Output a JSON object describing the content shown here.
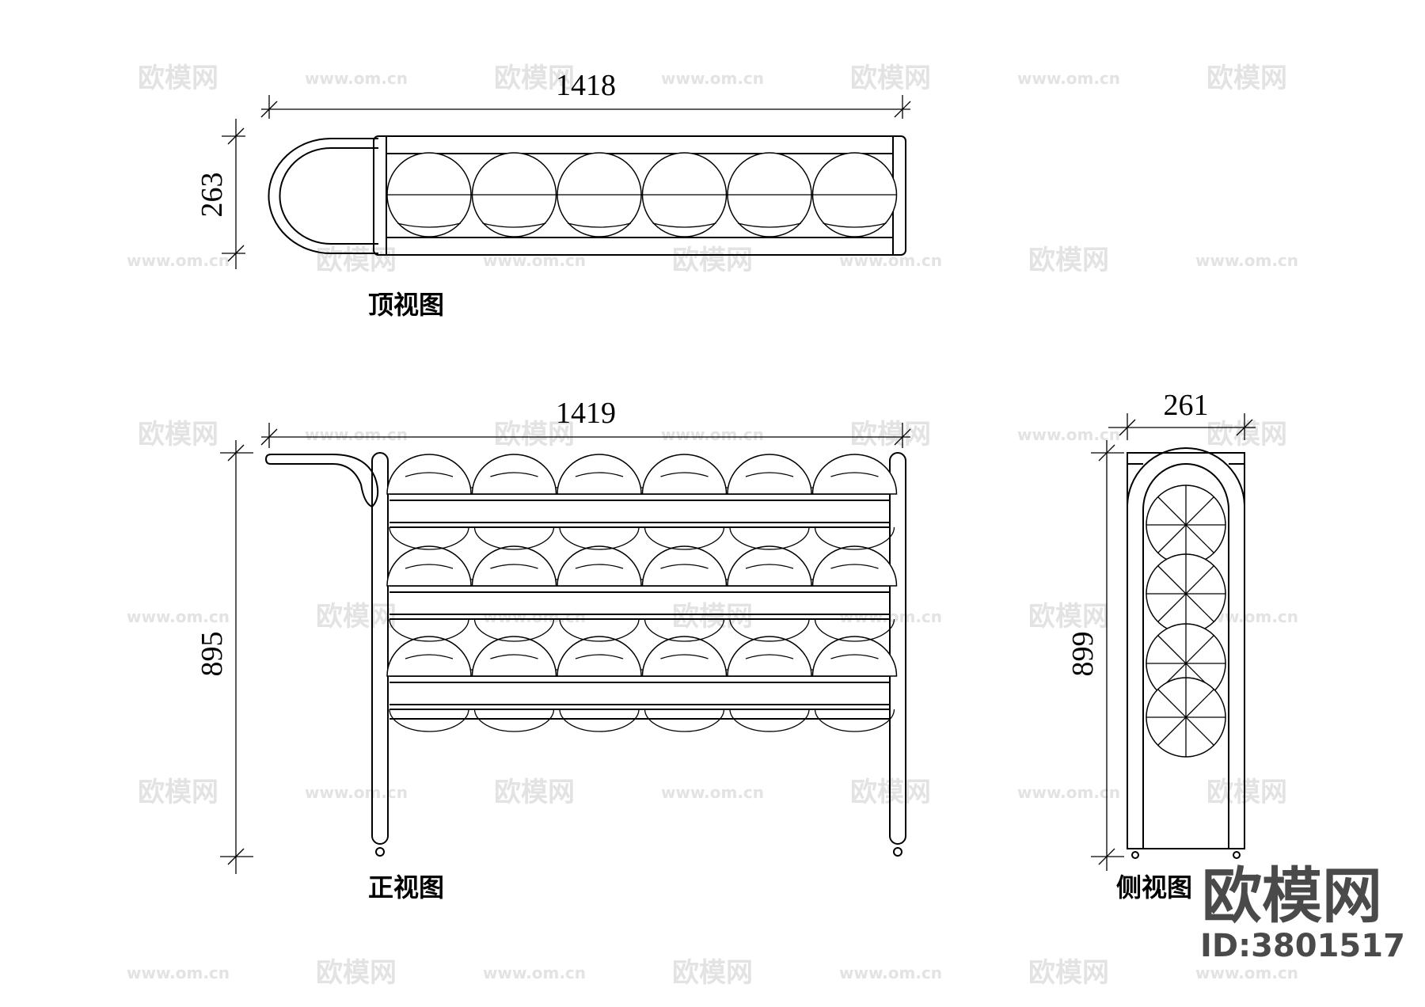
{
  "views": {
    "top": {
      "caption": "顶视图",
      "width_dim": "1418",
      "height_dim": "263"
    },
    "front": {
      "caption": "正视图",
      "width_dim": "1419",
      "height_dim": "895"
    },
    "side": {
      "caption": "侧视图",
      "width_dim": "261",
      "height_dim": "899"
    }
  },
  "watermark": {
    "brand": "欧模网",
    "url": "www.om.cn",
    "id_label": "ID:3801517"
  },
  "colors": {
    "line": "#000000",
    "watermark": "#e3e3e3",
    "brand": "#4a4a4a"
  }
}
